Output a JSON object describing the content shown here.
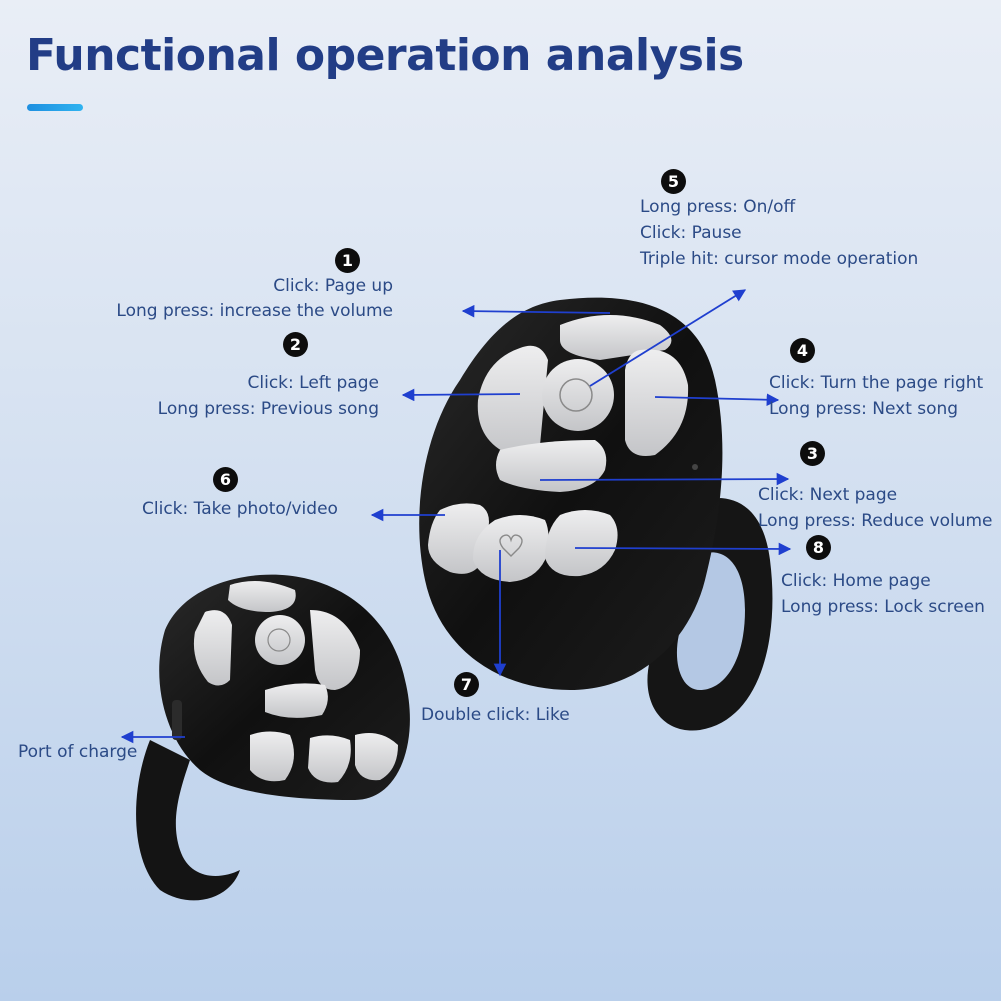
{
  "header": {
    "title": "Functional operation analysis"
  },
  "callouts": {
    "c1": {
      "number": "1",
      "line1": "Click: Page up",
      "line2": "Long press: increase the volume"
    },
    "c2": {
      "number": "2",
      "line1": "Click: Left page",
      "line2": "Long press: Previous song"
    },
    "c3": {
      "number": "3",
      "line1": "Click: Next page",
      "line2": "Long press: Reduce volume"
    },
    "c4": {
      "number": "4",
      "line1": "Click: Turn the page right",
      "line2": "Long press: Next song"
    },
    "c5": {
      "number": "5",
      "line1": "Long press: On/off",
      "line2": "Click: Pause",
      "line3": "Triple hit: cursor mode operation"
    },
    "c6": {
      "number": "6",
      "line1": "Click: Take photo/video"
    },
    "c7": {
      "number": "7",
      "line1": "Double click: Like"
    },
    "c8": {
      "number": "8",
      "line1": "Click: Home page",
      "line2": "Long press: Lock screen"
    },
    "charge": {
      "line1": "Port of charge"
    }
  },
  "colors": {
    "title": "#223d86",
    "label_text": "#2b4a86",
    "arrow": "#1f3fcf",
    "device_body": "#141414",
    "button": "#d9dadc"
  },
  "icons": {
    "up_button": "triangle-up-icon",
    "left_button": "triangle-left-icon",
    "right_button": "triangle-right-icon",
    "down_button": "triangle-down-icon",
    "center_button": "circle-icon",
    "camera_button": "camera-icon",
    "like_button": "heart-icon",
    "home_button": "home-icon"
  }
}
